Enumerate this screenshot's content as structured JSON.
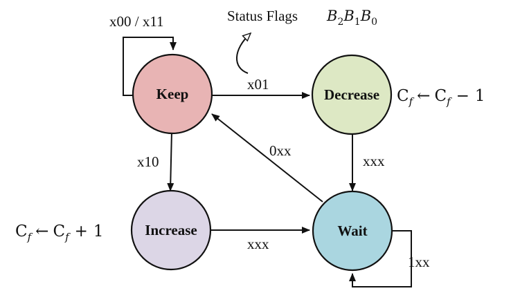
{
  "title_text": "Status Flags",
  "title_math": [
    "B",
    "2",
    "B",
    "1",
    "B",
    "0"
  ],
  "states": {
    "keep": {
      "label": "Keep",
      "color": "#e8b4b4"
    },
    "decrease": {
      "label": "Decrease",
      "color": "#dde8c4"
    },
    "increase": {
      "label": "Increase",
      "color": "#dcd6e6"
    },
    "wait": {
      "label": "Wait",
      "color": "#aad6e0"
    }
  },
  "transitions": {
    "keep_self": "x00 / x11",
    "keep_to_decrease": "x01",
    "keep_to_increase": "x10",
    "decrease_to_wait": "xxx",
    "increase_to_wait": "xxx",
    "wait_to_keep": "0xx",
    "wait_self": "1xx"
  },
  "actions": {
    "decrease": {
      "c": "C",
      "sub": "f",
      "arrow": "←",
      "rhs_c": "C",
      "rhs_sub": "f",
      "op": "−",
      "num": "1"
    },
    "increase": {
      "c": "C",
      "sub": "f",
      "arrow": "←",
      "rhs_c": "C",
      "rhs_sub": "f",
      "op": "+",
      "num": "1"
    }
  }
}
